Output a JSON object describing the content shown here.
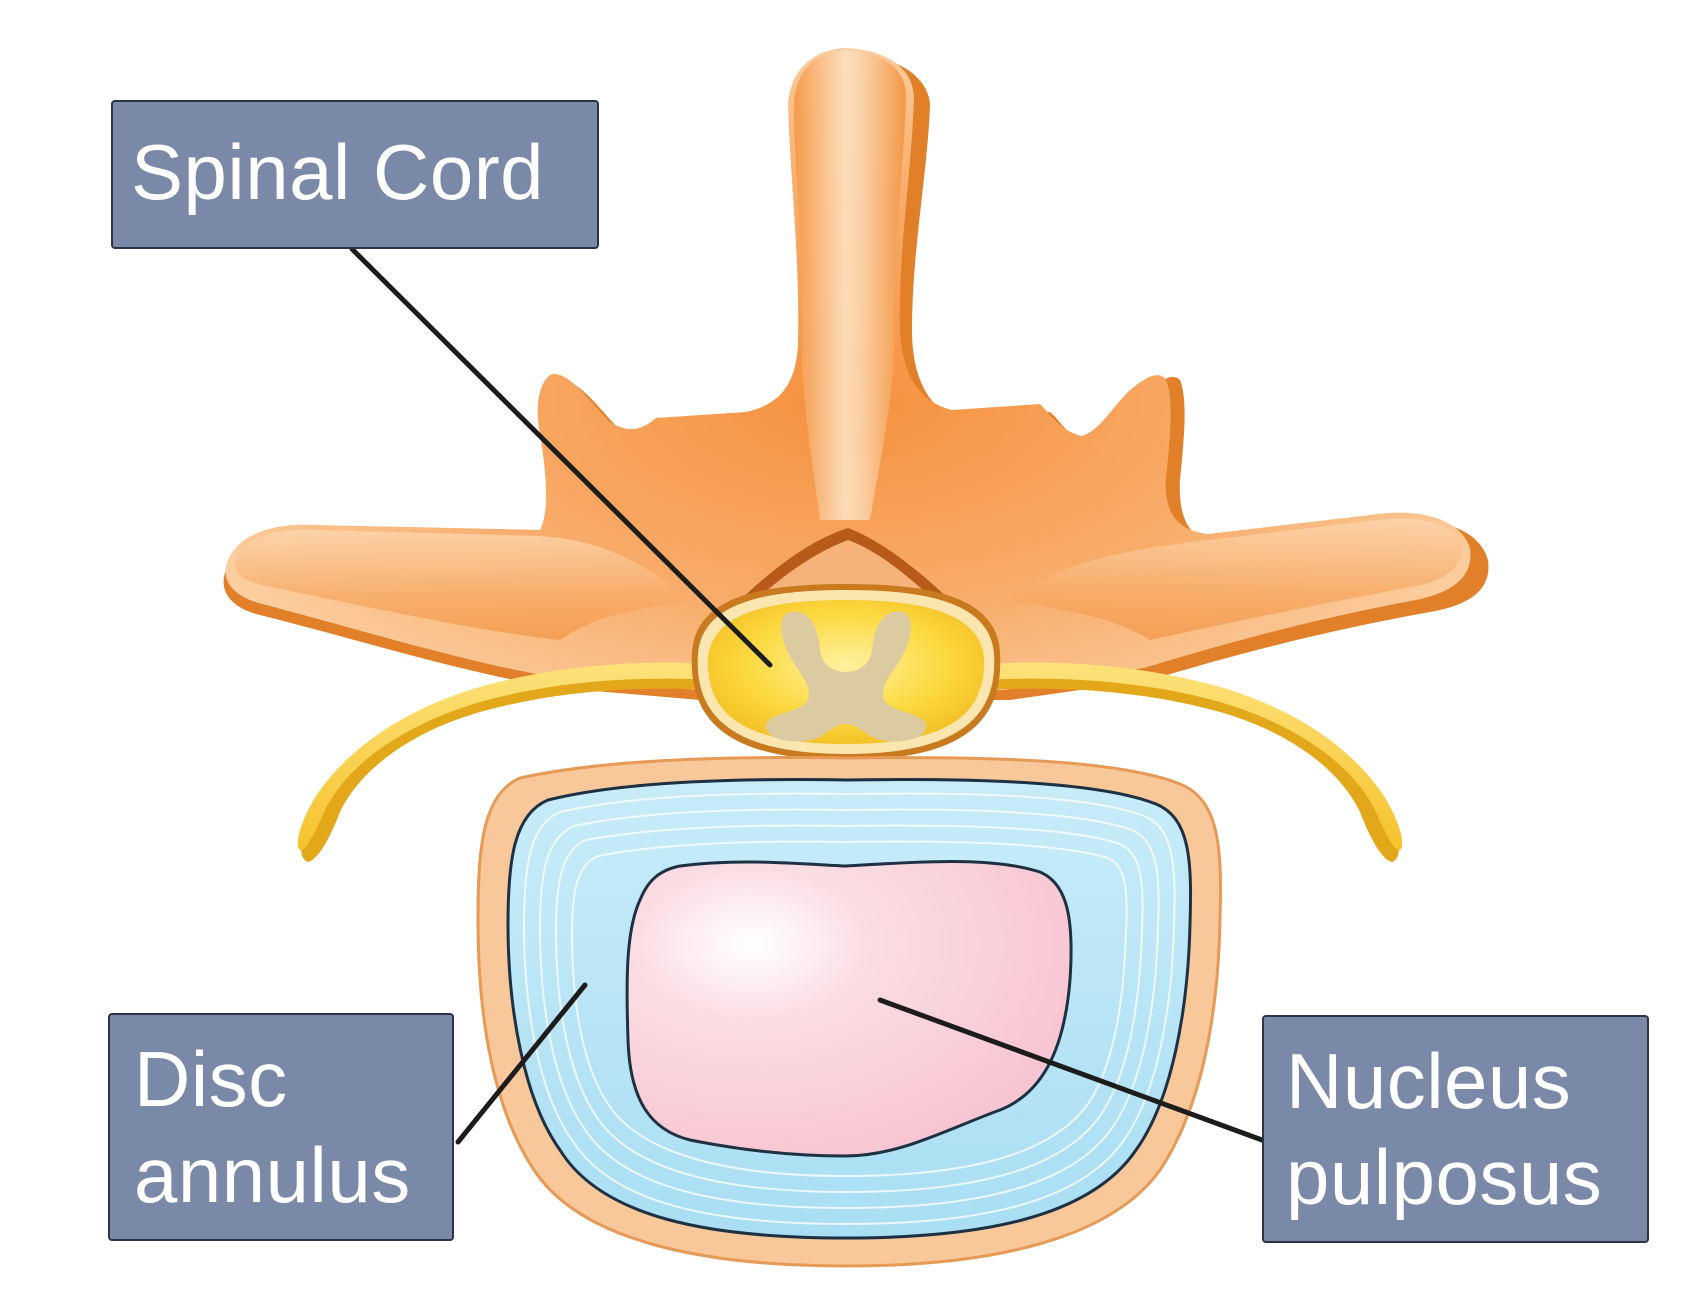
{
  "labels": {
    "spinal_cord": "Spinal Cord",
    "disc_annulus": [
      "Disc",
      "annulus"
    ],
    "nucleus_pulposus": [
      "Nucleus",
      "pulposus"
    ]
  },
  "colors": {
    "bone": "#f7a35c",
    "bone_light": "#fde3c4",
    "bone_shadow": "#e88a32",
    "spinal_cord": "#fbd23c",
    "grey_matter": "#dccaa0",
    "nerve": "#f9cc3a",
    "annulus": "#b8e6f6",
    "nucleus": "#f9c9d4",
    "label_box": "#7a89a8",
    "label_border": "#2e3445",
    "leader_line": "#1c1c1c"
  }
}
